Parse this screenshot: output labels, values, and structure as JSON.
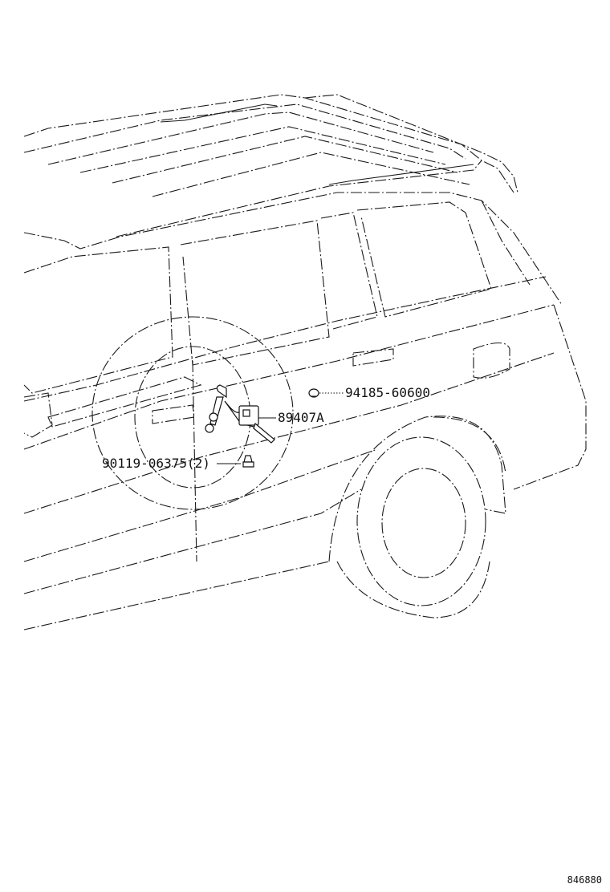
{
  "callouts": {
    "clip": "94185-60600",
    "sensor": "89407A",
    "bolt": "90119-06375(2)"
  },
  "illustration_number": "846880"
}
